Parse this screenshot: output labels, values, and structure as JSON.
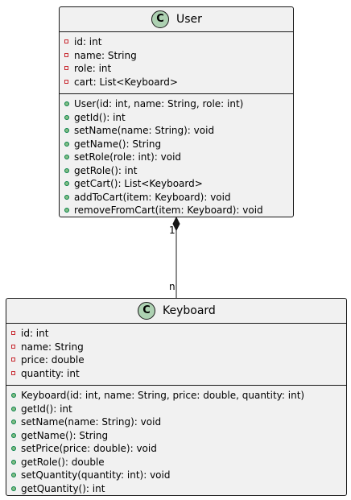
{
  "user_class": {
    "stereotype_letter": "C",
    "name": "User",
    "attributes": [
      {
        "visibility": "private",
        "text": "id: int"
      },
      {
        "visibility": "private",
        "text": "name: String"
      },
      {
        "visibility": "private",
        "text": "role: int"
      },
      {
        "visibility": "private",
        "text": "cart: List<Keyboard>"
      }
    ],
    "methods": [
      {
        "visibility": "public",
        "text": "User(id: int, name: String, role: int)"
      },
      {
        "visibility": "public",
        "text": "getId(): int"
      },
      {
        "visibility": "public",
        "text": "setName(name: String): void"
      },
      {
        "visibility": "public",
        "text": "getName(): String"
      },
      {
        "visibility": "public",
        "text": "setRole(role: int): void"
      },
      {
        "visibility": "public",
        "text": "getRole(): int"
      },
      {
        "visibility": "public",
        "text": "getCart(): List<Keyboard>"
      },
      {
        "visibility": "public",
        "text": "addToCart(item: Keyboard): void"
      },
      {
        "visibility": "public",
        "text": "removeFromCart(item: Keyboard): void"
      }
    ]
  },
  "keyboard_class": {
    "stereotype_letter": "C",
    "name": "Keyboard",
    "attributes": [
      {
        "visibility": "private",
        "text": "id: int"
      },
      {
        "visibility": "private",
        "text": "name: String"
      },
      {
        "visibility": "private",
        "text": "price: double"
      },
      {
        "visibility": "private",
        "text": "quantity: int"
      }
    ],
    "methods": [
      {
        "visibility": "public",
        "text": "Keyboard(id: int, name: String, price: double, quantity: int)"
      },
      {
        "visibility": "public",
        "text": "getId(): int"
      },
      {
        "visibility": "public",
        "text": "setName(name: String): void"
      },
      {
        "visibility": "public",
        "text": "getName(): String"
      },
      {
        "visibility": "public",
        "text": "setPrice(price: double): void"
      },
      {
        "visibility": "public",
        "text": "getRole(): double"
      },
      {
        "visibility": "public",
        "text": "setQuantity(quantity: int): void"
      },
      {
        "visibility": "public",
        "text": "getQuantity(): int"
      }
    ]
  },
  "relationship": {
    "type": "composition",
    "source_multiplicity": "1",
    "target_multiplicity": "n"
  },
  "colors": {
    "class_fill": "#f1f1f1",
    "badge_fill": "#add1b2",
    "border": "#181818",
    "private_marker": "#c82930",
    "public_marker_fill": "#84be84",
    "public_marker_border": "#038048"
  }
}
